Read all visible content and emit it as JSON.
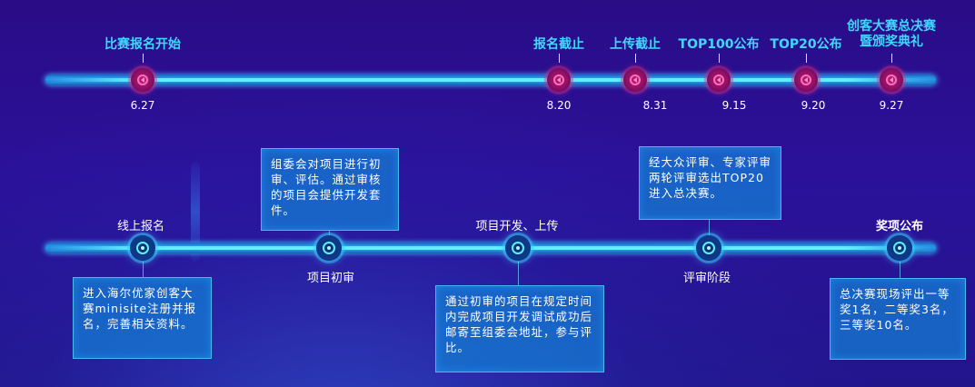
{
  "milestones": [
    {
      "label": "比赛报名开始",
      "date": "6.27"
    },
    {
      "label": "报名截止",
      "date": "8.20"
    },
    {
      "label": "上传截止",
      "date": "8.31"
    },
    {
      "label": "TOP100公布",
      "date": "9.15"
    },
    {
      "label": "TOP20公布",
      "date": "9.20"
    },
    {
      "label_line1": "创客大赛总决赛",
      "label_line2": "暨颁奖典礼",
      "date": "9.27"
    }
  ],
  "stages": [
    {
      "label": "线上报名",
      "desc": "进入海尔优家创客大赛minisite注册并报名，完善相关资料。"
    },
    {
      "label": "项目初审",
      "desc": "组委会对项目进行初审、评估。通过审核的项目会提供开发套件。"
    },
    {
      "label": "项目开发、上传",
      "desc": "通过初审的项目在规定时间内完成项目开发调试成功后邮寄至组委会地址，参与评比。"
    },
    {
      "label": "评审阶段",
      "desc": "经大众评审、专家评审两轮评审选出TOP20进入总决赛。"
    },
    {
      "label": "奖项公布",
      "desc": "总决赛现场评出一等奖1名，二等奖3名，三等奖10名。"
    }
  ],
  "colors": {
    "accent": "#3ed8ff",
    "node_pink": "#c21d7a",
    "box": "#1478d2"
  }
}
